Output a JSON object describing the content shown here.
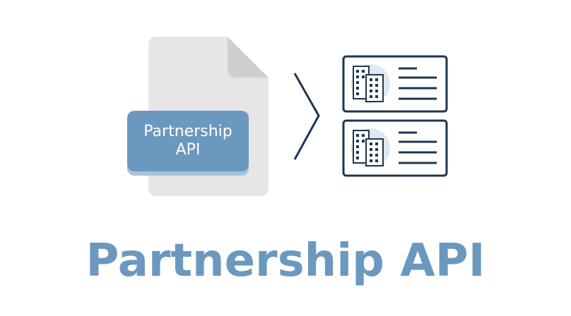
{
  "badge": {
    "line1": "Partnership",
    "line2": "API"
  },
  "title": "Partnership API",
  "icons": {
    "document": "document-icon",
    "arrow": "chevron-right-icon",
    "card": "company-card-icon"
  },
  "colors": {
    "accent": "#6b98bf",
    "accent_light": "#a9c2d9",
    "navy": "#1f3550",
    "document": "#e6e6e6"
  }
}
